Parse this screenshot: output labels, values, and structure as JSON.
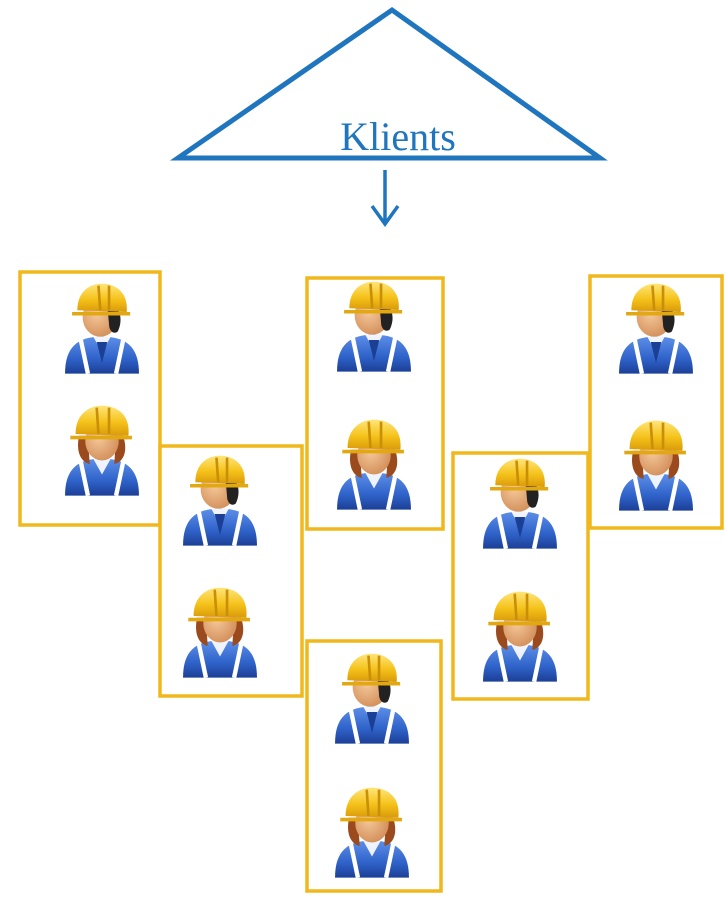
{
  "label": "Klients",
  "colors": {
    "triangle_stroke": "#1f75be",
    "arrow": "#1f75be",
    "box_border": "#f0b81c",
    "helmet": "#f5c21a",
    "uniform": "#2f62c9",
    "skin": "#e0a070"
  },
  "groups": [
    {
      "name": "team-1",
      "workers": [
        "male-worker-icon",
        "female-worker-icon"
      ]
    },
    {
      "name": "team-2",
      "workers": [
        "male-worker-icon",
        "female-worker-icon"
      ]
    },
    {
      "name": "team-3",
      "workers": [
        "male-worker-icon",
        "female-worker-icon"
      ]
    },
    {
      "name": "team-4",
      "workers": [
        "male-worker-icon",
        "female-worker-icon"
      ]
    },
    {
      "name": "team-5",
      "workers": [
        "male-worker-icon",
        "female-worker-icon"
      ]
    },
    {
      "name": "team-6",
      "workers": [
        "male-worker-icon",
        "female-worker-icon"
      ]
    }
  ]
}
